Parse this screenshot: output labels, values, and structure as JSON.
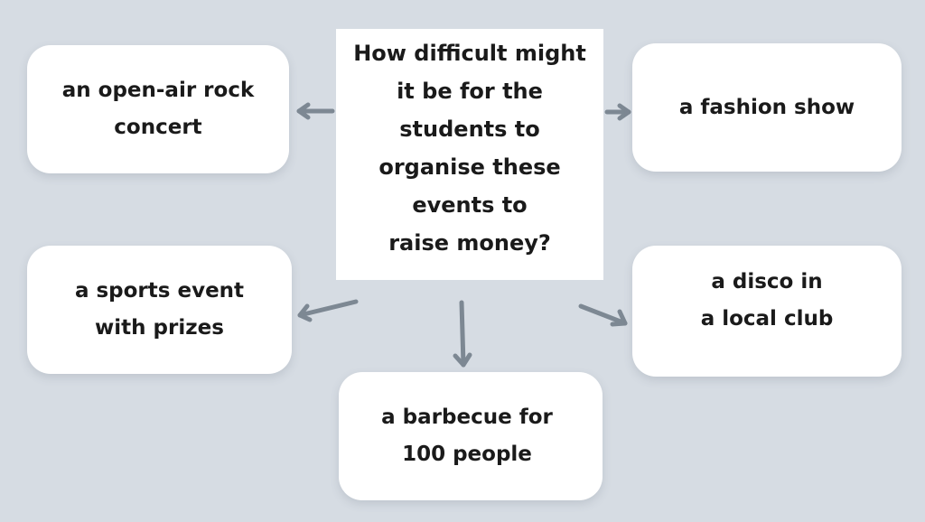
{
  "question": {
    "text": "How difficult might\nit be for the\nstudents to\norganise these\nevents to\nraise money?"
  },
  "options": {
    "rock_concert": "an open-air rock\nconcert",
    "fashion_show": "a fashion show",
    "sports_event": "a sports event\nwith prizes",
    "disco": "a disco in\na local club",
    "barbecue": "a barbecue for\n100 people"
  },
  "colors": {
    "background": "#d6dce3",
    "card": "#ffffff",
    "arrow": "#7d8893",
    "text": "#1a1a1a"
  }
}
